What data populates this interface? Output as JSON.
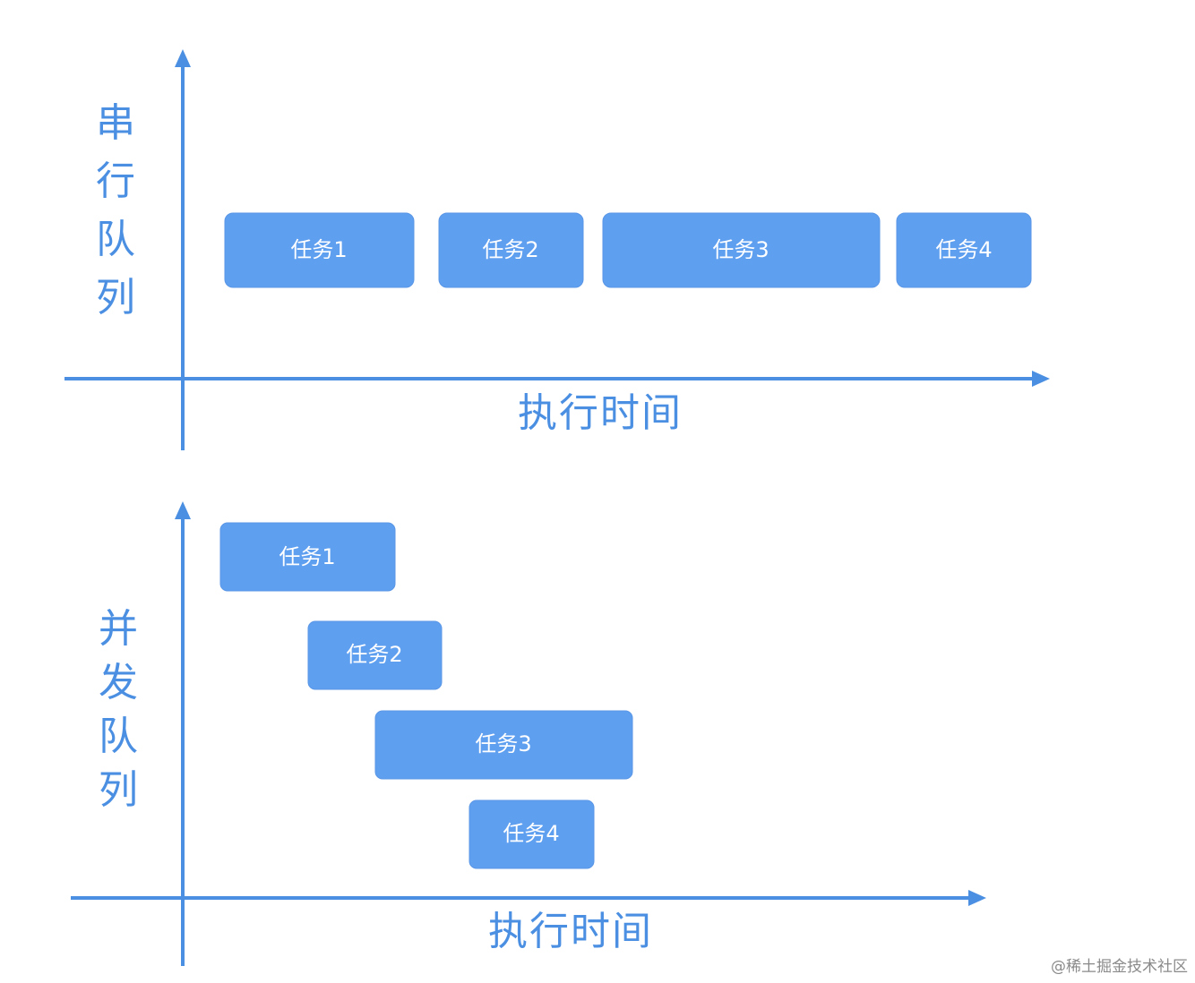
{
  "colors": {
    "axis": "#4b8fe2",
    "task_fill": "#5f9ff0",
    "task_text": "#ffffff",
    "background": "#ffffff"
  },
  "serial": {
    "y_label": [
      "串",
      "行",
      "队",
      "列"
    ],
    "x_label": "执行时间",
    "tasks": [
      "任务1",
      "任务2",
      "任务3",
      "任务4"
    ]
  },
  "concurrent": {
    "y_label": [
      "并",
      "发",
      "队",
      "列"
    ],
    "x_label": "执行时间",
    "tasks": [
      "任务1",
      "任务2",
      "任务3",
      "任务4"
    ]
  },
  "watermark": "@稀土掘金技术社区"
}
